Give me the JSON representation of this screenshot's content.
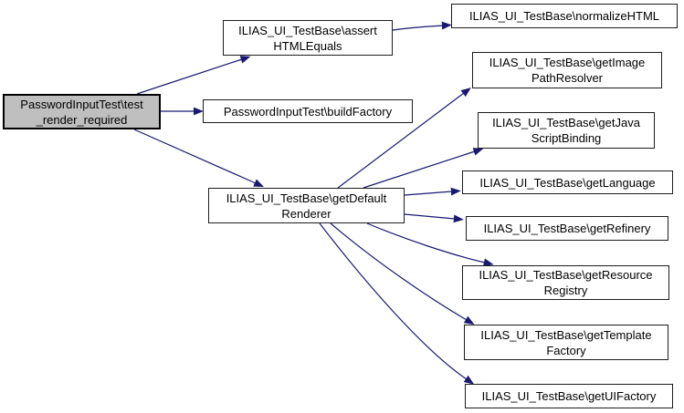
{
  "figure": {
    "type": "call-graph",
    "colors": {
      "edge": "#191970",
      "node_border": "#1c1c1c",
      "node_fill": "#ffffff",
      "highlight_fill": "#bfbfbf",
      "text": "#000000"
    },
    "nodes": [
      {
        "id": "test_render_required",
        "line1": "PasswordInputTest\\test",
        "line2": "_render_required",
        "highlighted": true
      },
      {
        "id": "assertHTMLEquals",
        "line1": "ILIAS_UI_TestBase\\assert",
        "line2": "HTMLEquals"
      },
      {
        "id": "buildFactory",
        "line1": "PasswordInputTest\\buildFactory"
      },
      {
        "id": "getDefaultRenderer",
        "line1": "ILIAS_UI_TestBase\\getDefault",
        "line2": "Renderer"
      },
      {
        "id": "normalizeHTML",
        "line1": "ILIAS_UI_TestBase\\normalizeHTML"
      },
      {
        "id": "getImagePathResolver",
        "line1": "ILIAS_UI_TestBase\\getImage",
        "line2": "PathResolver"
      },
      {
        "id": "getJavaScriptBinding",
        "line1": "ILIAS_UI_TestBase\\getJava",
        "line2": "ScriptBinding"
      },
      {
        "id": "getLanguage",
        "line1": "ILIAS_UI_TestBase\\getLanguage"
      },
      {
        "id": "getRefinery",
        "line1": "ILIAS_UI_TestBase\\getRefinery"
      },
      {
        "id": "getResourceRegistry",
        "line1": "ILIAS_UI_TestBase\\getResource",
        "line2": "Registry"
      },
      {
        "id": "getTemplateFactory",
        "line1": "ILIAS_UI_TestBase\\getTemplate",
        "line2": "Factory"
      },
      {
        "id": "getUIFactory",
        "line1": "ILIAS_UI_TestBase\\getUIFactory"
      }
    ],
    "edges": [
      {
        "from": "test_render_required",
        "to": "assertHTMLEquals"
      },
      {
        "from": "test_render_required",
        "to": "buildFactory"
      },
      {
        "from": "test_render_required",
        "to": "getDefaultRenderer"
      },
      {
        "from": "assertHTMLEquals",
        "to": "normalizeHTML"
      },
      {
        "from": "getDefaultRenderer",
        "to": "getImagePathResolver"
      },
      {
        "from": "getDefaultRenderer",
        "to": "getJavaScriptBinding"
      },
      {
        "from": "getDefaultRenderer",
        "to": "getLanguage"
      },
      {
        "from": "getDefaultRenderer",
        "to": "getRefinery"
      },
      {
        "from": "getDefaultRenderer",
        "to": "getResourceRegistry"
      },
      {
        "from": "getDefaultRenderer",
        "to": "getTemplateFactory"
      },
      {
        "from": "getDefaultRenderer",
        "to": "getUIFactory"
      }
    ]
  }
}
